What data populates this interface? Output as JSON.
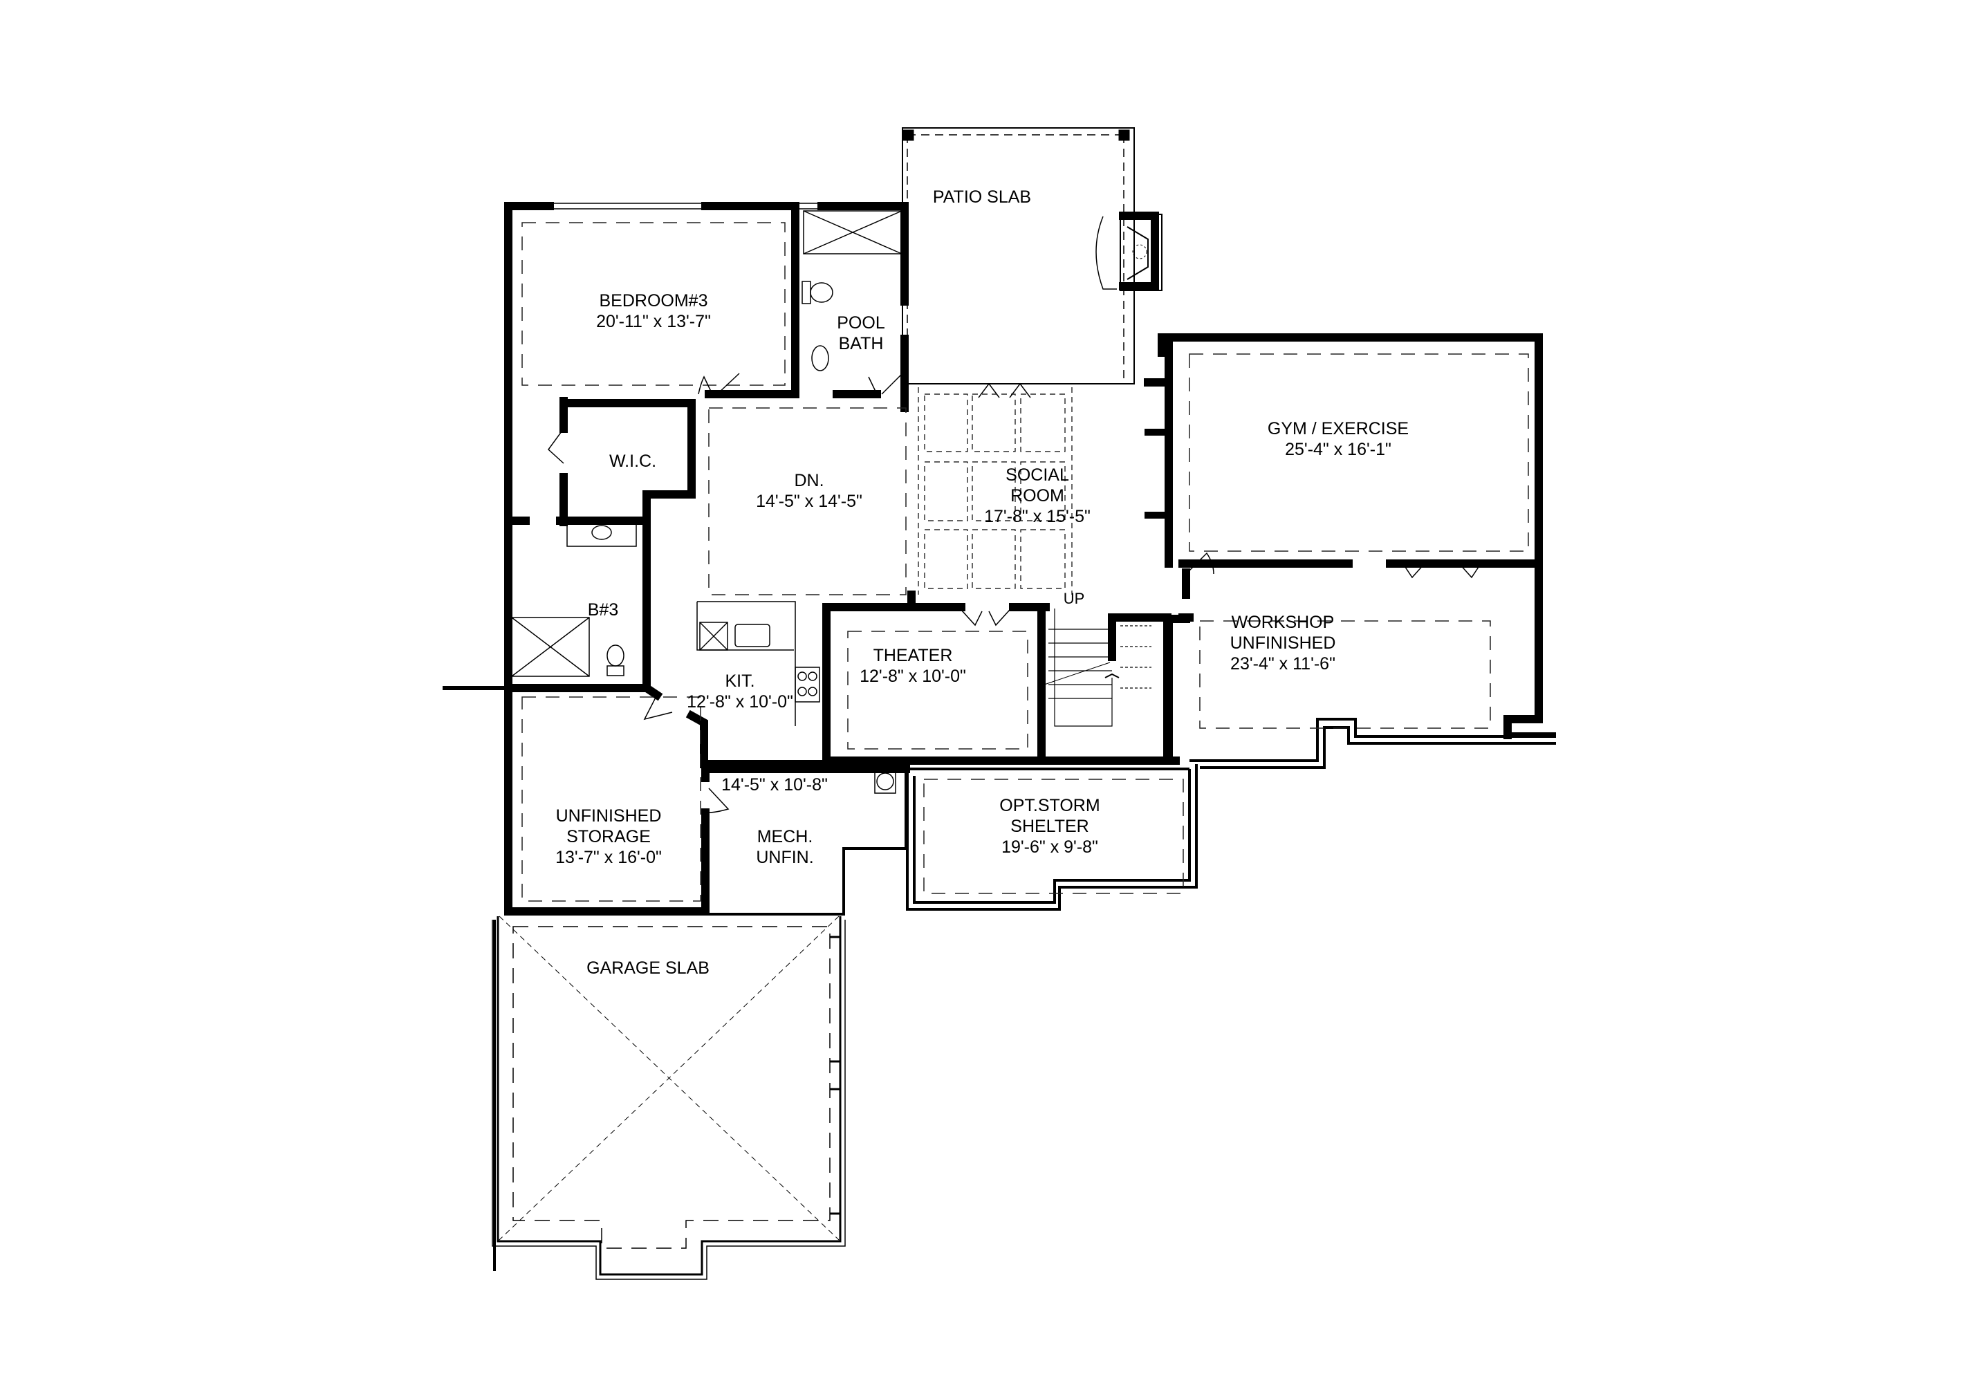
{
  "plan": {
    "type": "basement floor plan",
    "colors": {
      "wall": "#000000",
      "background": "#ffffff",
      "dashed": "#333333"
    }
  },
  "rooms": {
    "patio": {
      "name": "PATIO SLAB"
    },
    "bedroom3": {
      "name": "BEDROOM#3",
      "size": "20'-11\" x 13'-7\""
    },
    "pool_bath": {
      "line1": "POOL",
      "line2": "BATH"
    },
    "wic": {
      "name": "W.I.C."
    },
    "dn": {
      "name": "DN.",
      "size": "14'-5\" x 14'-5\""
    },
    "social_room": {
      "line1": "SOCIAL",
      "line2": "ROOM",
      "size": "17'-8\" x 15'-5\""
    },
    "gym": {
      "name": "GYM / EXERCISE",
      "size": "25'-4\" x 16'-1\""
    },
    "bath3": {
      "name": "B#3"
    },
    "kitchen": {
      "name": "KIT.",
      "size": "12'-8\" x 10'-0\""
    },
    "theater": {
      "name": "THEATER",
      "size": "12'-8\" x 10'-0\""
    },
    "stairs": {
      "label": "UP"
    },
    "workshop": {
      "line1": "WORKSHOP",
      "line2": "UNFINISHED",
      "size": "23'-4\" x 11'-6\""
    },
    "storage": {
      "line1": "UNFINISHED",
      "line2": "STORAGE",
      "size": "13'-7\" x 16'-0\""
    },
    "mech": {
      "size": "14'-5\" x 10'-8\"",
      "line1": "MECH.",
      "line2": "UNFIN."
    },
    "storm_shelter": {
      "line1": "OPT.STORM",
      "line2": "SHELTER",
      "size": "19'-6\" x 9'-8\""
    },
    "garage": {
      "name": "GARAGE SLAB"
    }
  }
}
